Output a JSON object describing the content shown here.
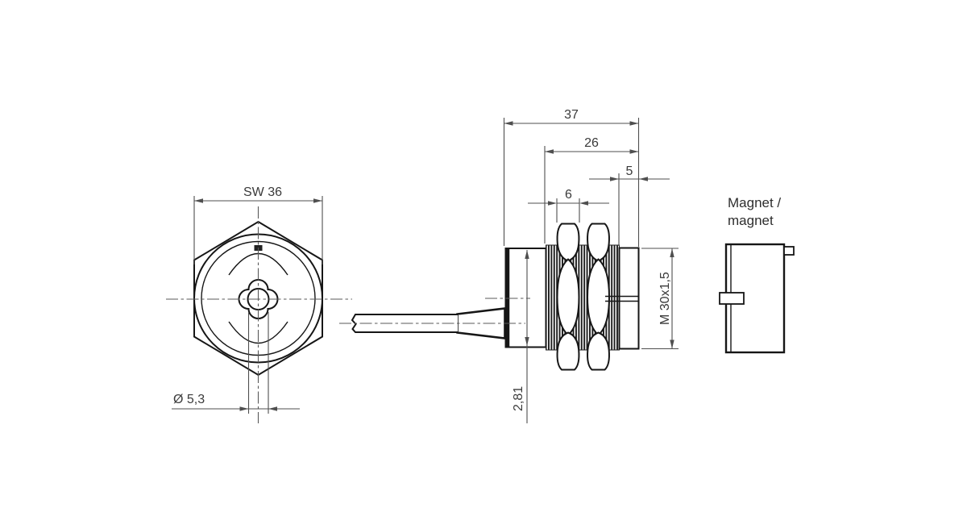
{
  "drawing": {
    "front_view": {
      "width_across_flats_label": "SW 36",
      "hole_diameter_label": "Ø 5,3"
    },
    "side_view": {
      "overall_length_label": "37",
      "thread_section_label": "26",
      "front_cap_label": "5",
      "nut_width_label": "6",
      "thread_spec_label": "M 30x1,5",
      "rear_body_label": "2,81"
    },
    "magnet": {
      "label_line1": "Magnet /",
      "label_line2": "magnet"
    },
    "colors": {
      "background": "#ffffff",
      "outline_ink": "#161616",
      "dimension_ink": "#4f4f4f",
      "text_ink": "#3a3a3a"
    }
  }
}
